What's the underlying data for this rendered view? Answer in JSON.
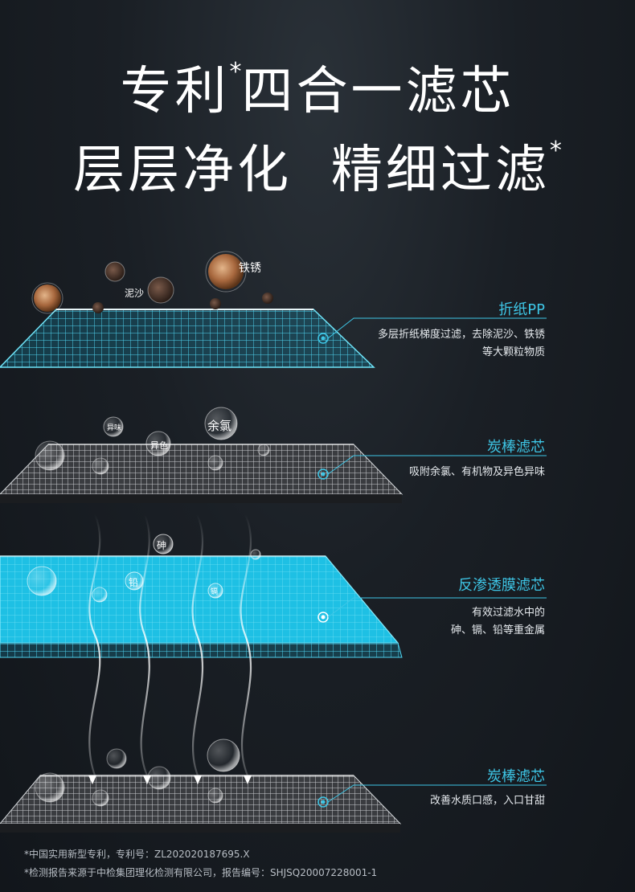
{
  "headline": {
    "line1": "专利",
    "line1_star": "*",
    "line1_rest": "四合一滤芯",
    "line2": "层层净化  精细过滤",
    "line2_star": "*"
  },
  "colors": {
    "accent": "#3ec6e6",
    "cyan_layer": "#1fb5d6",
    "gray_layer": "#8a8d91"
  },
  "layers": [
    {
      "title": "折纸PP",
      "desc_lines": [
        "多层折纸梯度过滤，去除泥沙、铁锈",
        "等大颗粒物质"
      ],
      "particles": [
        "铁锈",
        "泥沙"
      ]
    },
    {
      "title": "炭棒滤芯",
      "desc_lines": [
        "吸附余氯、有机物及异色异味"
      ],
      "particles": [
        "异味",
        "余氯",
        "异色"
      ]
    },
    {
      "title": "反渗透膜滤芯",
      "desc_lines": [
        "有效过滤水中的",
        "砷、镉、铅等重金属"
      ],
      "particles": [
        "砷",
        "铅",
        "镉"
      ]
    },
    {
      "title": "炭棒滤芯",
      "desc_lines": [
        "改善水质口感，入口甘甜"
      ],
      "particles": []
    }
  ],
  "footnotes": [
    "*中国实用新型专利，专利号：ZL202020187695.X",
    "*检测报告来源于中检集团理化检测有限公司，报告编号：SHJSQ20007228001-1"
  ]
}
